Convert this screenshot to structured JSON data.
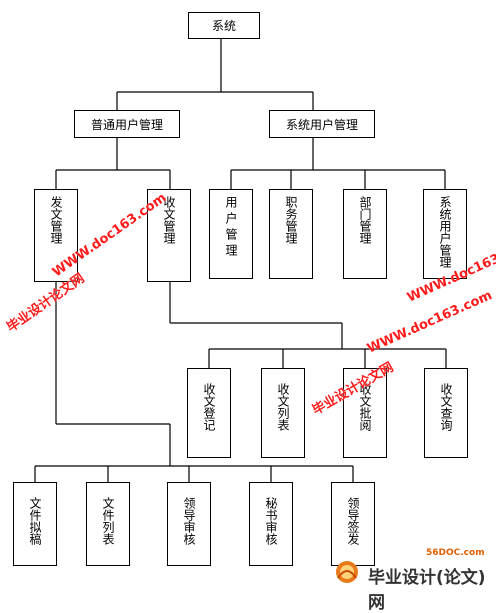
{
  "nodes": {
    "root": "系统",
    "normal_user_mgmt": "普通用户管理",
    "system_user_mgmt": "系统用户管理",
    "send_doc_mgmt": "发文管理",
    "recv_doc_mgmt": "收文管理",
    "user_mgmt": "用户管理",
    "position_mgmt": "职务管理",
    "dept_mgmt": "部门管理",
    "system_user_mgmt_leaf": "系统用户管理",
    "recv_register": "收文登记",
    "recv_list": "收文列表",
    "recv_approve": "收文批阅",
    "recv_query": "收文查询",
    "doc_draft": "文件拟稿",
    "doc_list": "文件列表",
    "leader_review": "领导审核",
    "secretary_review": "秘书审核",
    "leader_sign": "领导签发"
  },
  "watermarks": {
    "site_1": "WWW.doc163.com",
    "site_2": "WWW.doc163.com",
    "site_3": "WWW.doc163.com",
    "cn_1": "毕业设计论文网",
    "cn_2": "毕业设计论文网"
  },
  "logo": {
    "site": "56DOC.com",
    "text": "毕业设计(论文)网"
  },
  "colors": {
    "line": "#000000",
    "watermark": "#ff1b1b"
  }
}
